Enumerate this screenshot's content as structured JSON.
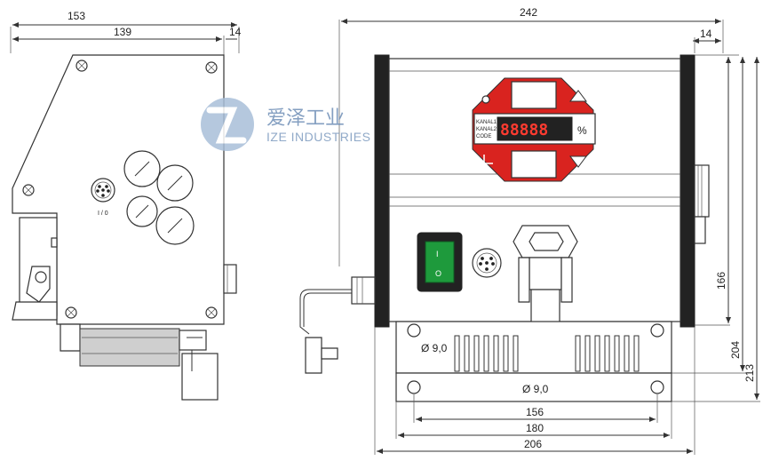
{
  "dimensions": {
    "left_total_width": "153",
    "left_inner_width": "139",
    "left_offset": "14",
    "right_total_width": "242",
    "right_offset": "14",
    "height_166": "166",
    "height_204": "204",
    "height_213": "213",
    "hole_dia_1": "Ø 9,0",
    "hole_dia_2": "Ø 9,0",
    "width_156": "156",
    "width_180": "180",
    "width_206": "206"
  },
  "labels": {
    "io_label": "I / 0",
    "display_unit": "%",
    "kanal1": "KANAL1",
    "kanal2": "KANAL2",
    "code": "CODE",
    "led_digits": "88888",
    "switch_on": "I",
    "switch_off": "O"
  },
  "watermark": {
    "chinese": "爱泽工业",
    "english": "IZE INDUSTRIES"
  },
  "colors": {
    "display_red": "#d9231f",
    "switch_green": "#1e9a3c",
    "logo_blue": "#6f8fb7"
  }
}
